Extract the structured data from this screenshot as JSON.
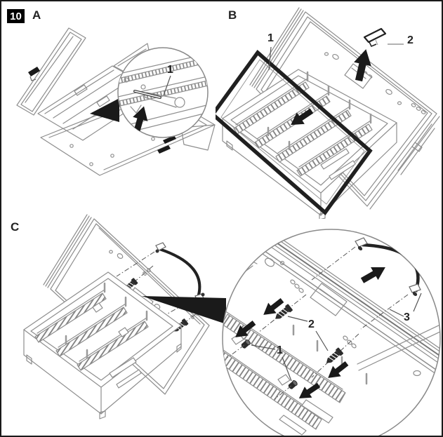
{
  "step": {
    "number": "10"
  },
  "sections": {
    "a": "A",
    "b": "B",
    "c": "C"
  },
  "callouts": {
    "a1": "1",
    "b1": "1",
    "b2": "2",
    "c1": "1",
    "c2": "2",
    "c3": "3"
  },
  "colors": {
    "page_bg": "#ffffff",
    "border": "#1a1a1a",
    "line_gray": "#8e8e8e",
    "ink": "#1a1a1a",
    "badge_bg": "#000000",
    "badge_fg": "#ffffff",
    "label_color": "#232323"
  }
}
